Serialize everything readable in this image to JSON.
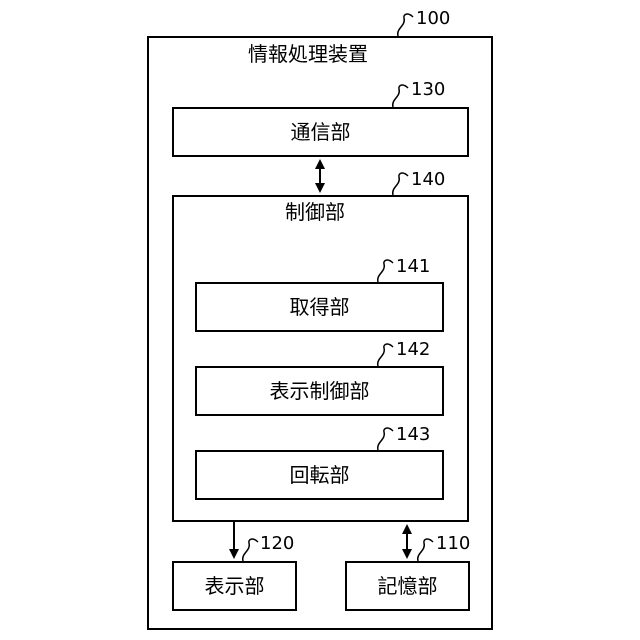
{
  "device": {
    "title": "情報処理装置",
    "ref": "100"
  },
  "communication": {
    "label": "通信部",
    "ref": "130"
  },
  "control": {
    "label": "制御部",
    "ref": "140",
    "acquisition": {
      "label": "取得部",
      "ref": "141"
    },
    "display_control": {
      "label": "表示制御部",
      "ref": "142"
    },
    "rotation": {
      "label": "回転部",
      "ref": "143"
    }
  },
  "display": {
    "label": "表示部",
    "ref": "120"
  },
  "storage": {
    "label": "記憶部",
    "ref": "110"
  }
}
